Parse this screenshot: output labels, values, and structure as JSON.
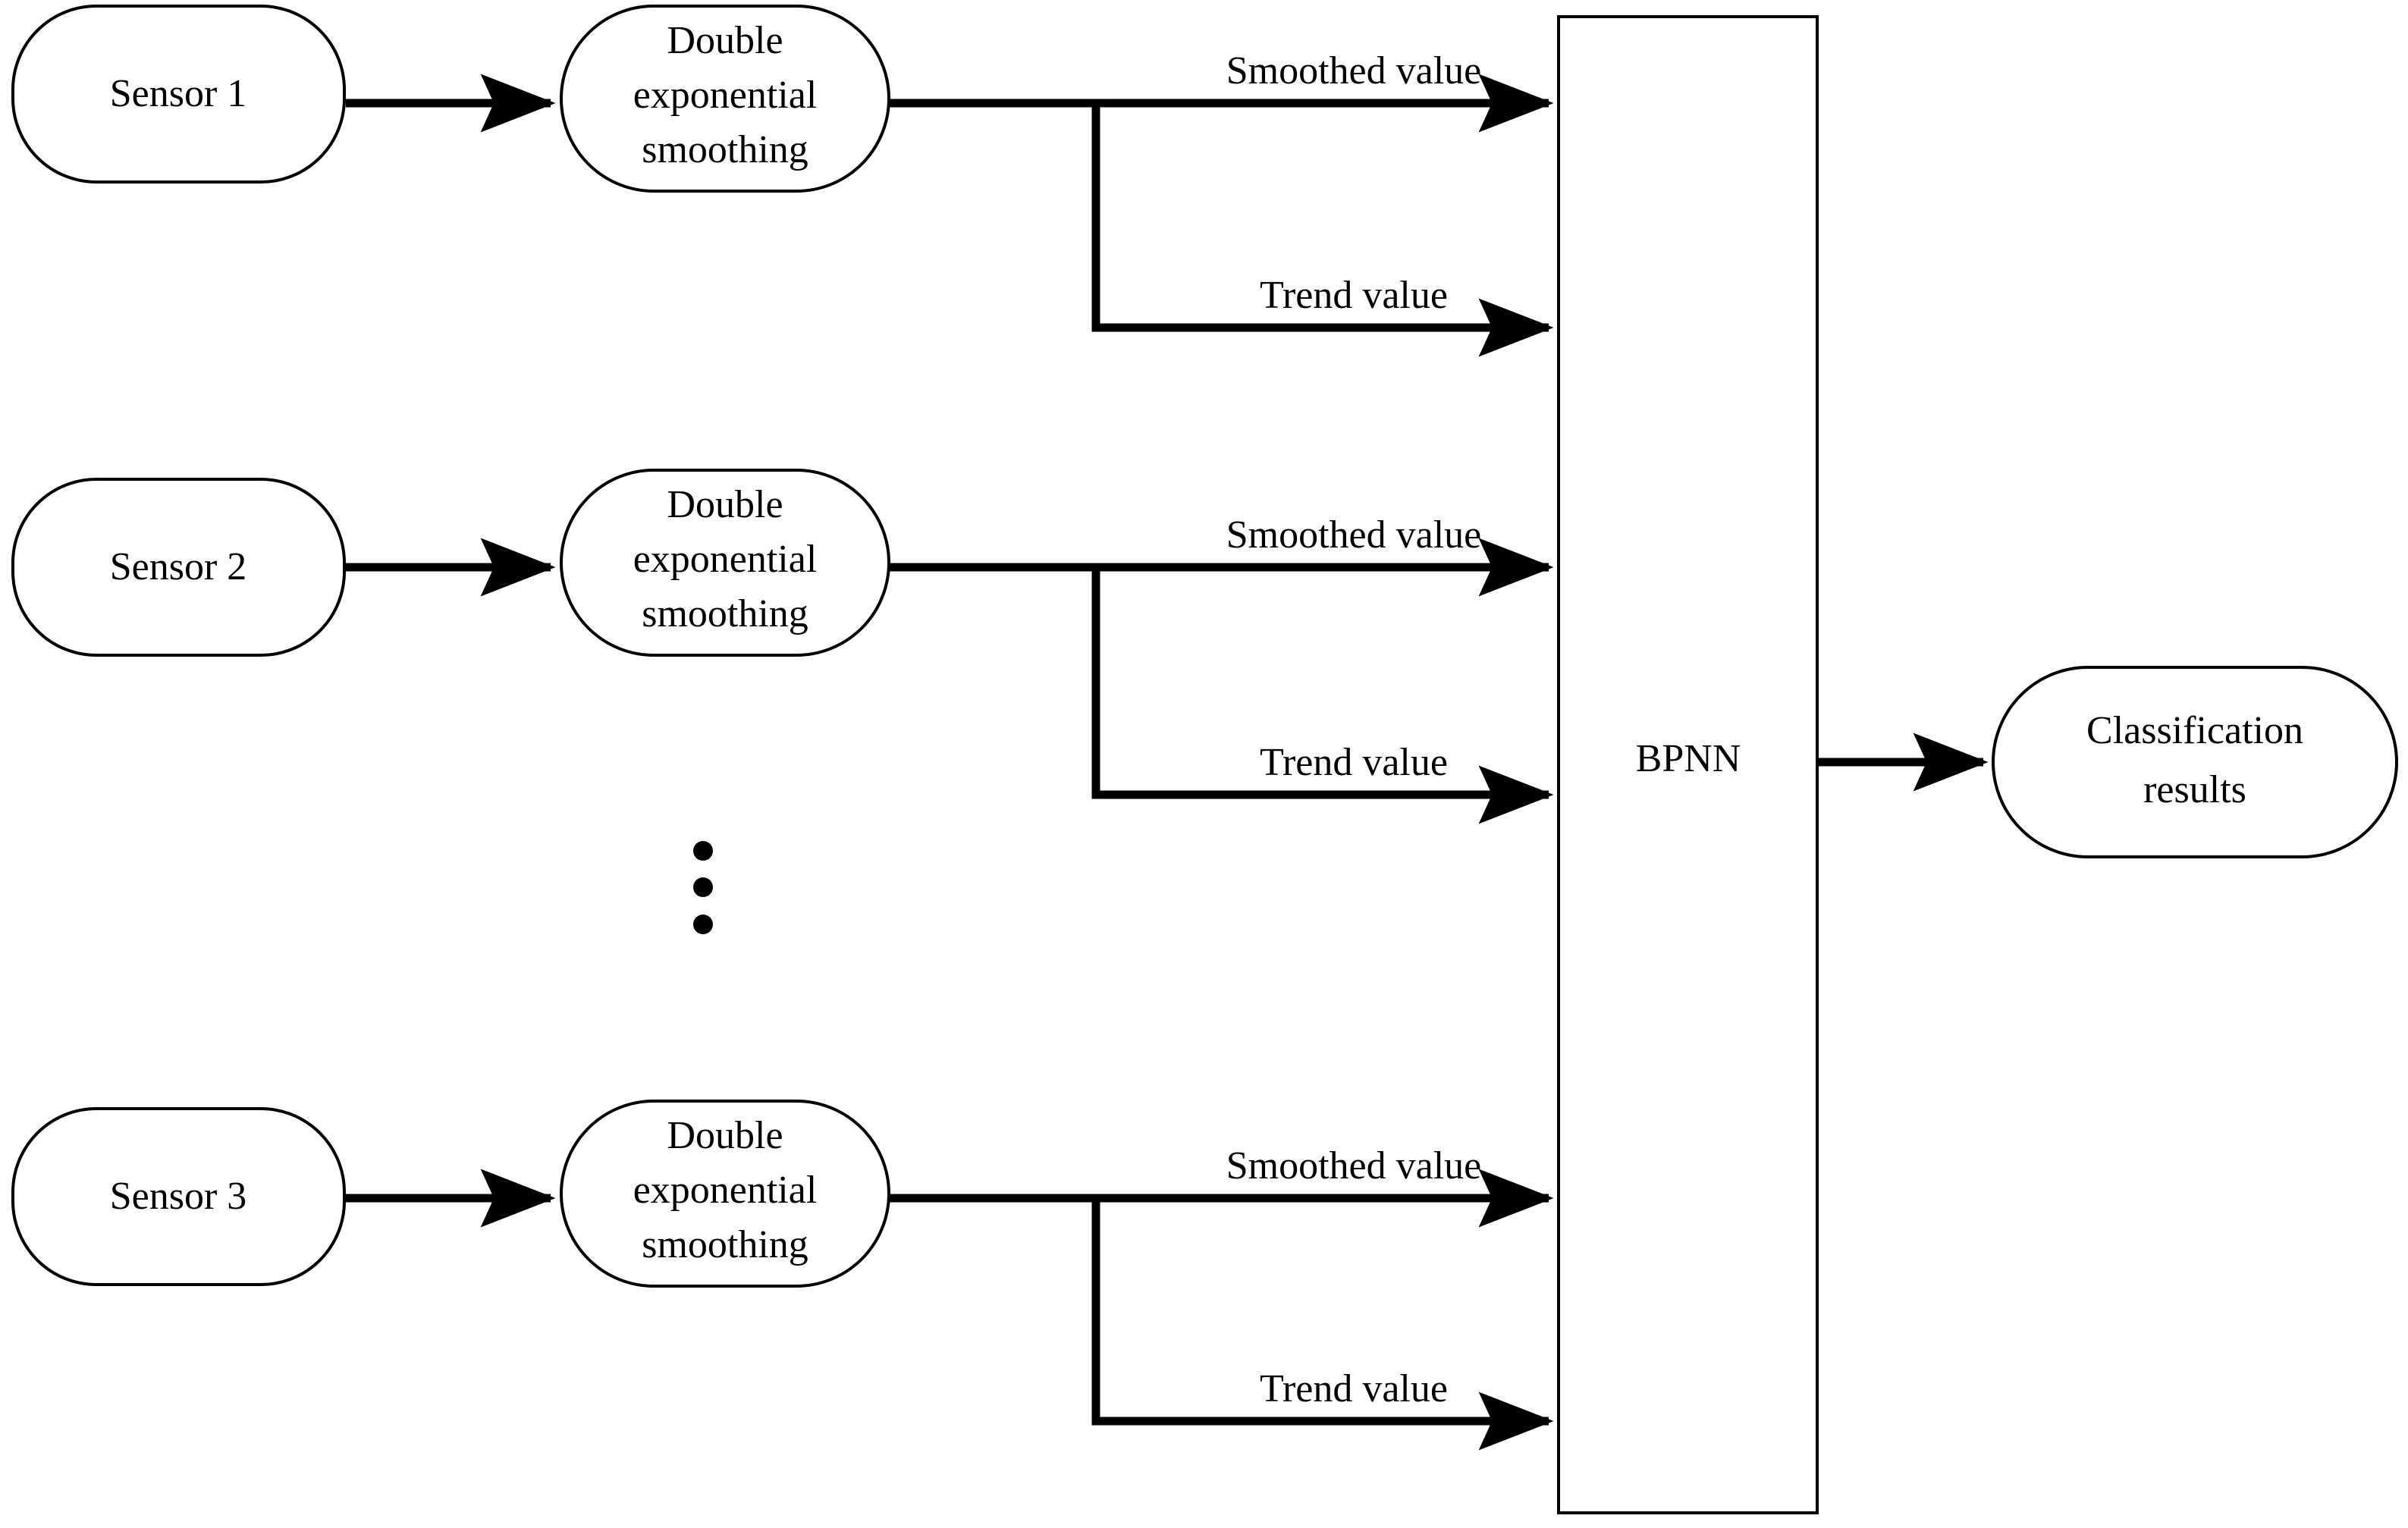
{
  "diagram": {
    "title": "Sensor double exponential smoothing BPNN classification flowchart",
    "colors": {
      "stroke": "#000000",
      "fill": "#ffffff",
      "text": "#000000"
    },
    "rows": [
      {
        "sensor_label": "Sensor 1",
        "process_line1": "Double",
        "process_line2": "exponential",
        "process_line3": "smoothing",
        "smoothed_label": "Smoothed value",
        "trend_label": "Trend value"
      },
      {
        "sensor_label": "Sensor 2",
        "process_line1": "Double",
        "process_line2": "exponential",
        "process_line3": "smoothing",
        "smoothed_label": "Smoothed value",
        "trend_label": "Trend value"
      },
      {
        "sensor_label": "Sensor 3",
        "process_line1": "Double",
        "process_line2": "exponential",
        "process_line3": "smoothing",
        "smoothed_label": "Smoothed value",
        "trend_label": "Trend value"
      }
    ],
    "classifier": {
      "label": "BPNN"
    },
    "output": {
      "line1": "Classification",
      "line2": "results"
    },
    "ellipsis": {
      "symbol": "vertical-ellipsis",
      "dot_count": 3
    }
  }
}
